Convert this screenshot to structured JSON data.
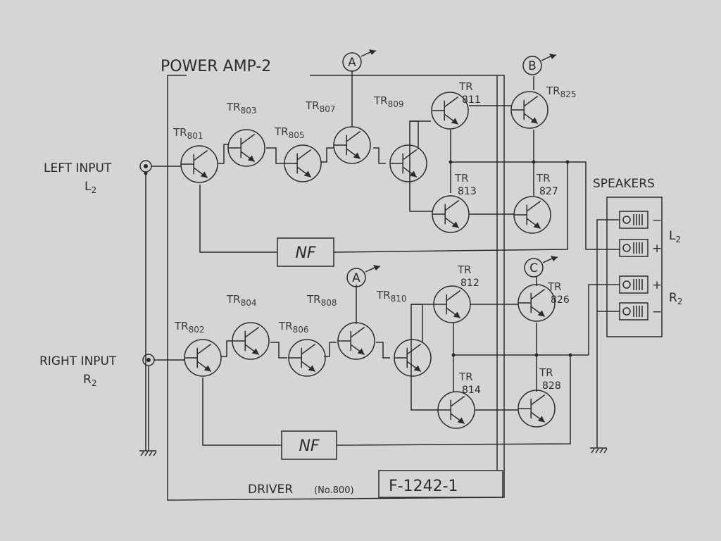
{
  "title": "POWER AMP-2",
  "driver_label": "DRIVER",
  "driver_number": "(No.800)",
  "board_code": "F-1242-1",
  "speakers_label": "SPEAKERS",
  "nf_label": "NF",
  "ground_symbol": "ground-icon",
  "inputs": {
    "left": {
      "name": "LEFT INPUT",
      "channel": "L",
      "sub": "2"
    },
    "right": {
      "name": "RIGHT INPUT",
      "channel": "R",
      "sub": "2"
    }
  },
  "test_points": [
    "A",
    "B",
    "A",
    "C"
  ],
  "speaker_channels": [
    {
      "name": "L",
      "sub": "2",
      "polarity": [
        "−",
        "+"
      ]
    },
    {
      "name": "R",
      "sub": "2",
      "polarity": [
        "+",
        "−"
      ]
    }
  ],
  "transistors": {
    "tr801": {
      "prefix": "TR",
      "num": "801"
    },
    "tr803": {
      "prefix": "TR",
      "num": "803"
    },
    "tr805": {
      "prefix": "TR",
      "num": "805"
    },
    "tr807": {
      "prefix": "TR",
      "num": "807"
    },
    "tr809": {
      "prefix": "TR",
      "num": "809"
    },
    "tr811": {
      "prefix": "TR",
      "num": "811"
    },
    "tr825": {
      "prefix": "TR",
      "num": "825"
    },
    "tr813": {
      "prefix": "TR",
      "num": "813"
    },
    "tr827": {
      "prefix": "TR",
      "num": "827"
    },
    "tr802": {
      "prefix": "TR",
      "num": "802"
    },
    "tr804": {
      "prefix": "TR",
      "num": "804"
    },
    "tr806": {
      "prefix": "TR",
      "num": "806"
    },
    "tr808": {
      "prefix": "TR",
      "num": "808"
    },
    "tr810": {
      "prefix": "TR",
      "num": "810"
    },
    "tr812": {
      "prefix": "TR",
      "num": "812"
    },
    "tr826": {
      "prefix": "TR",
      "num": "826"
    },
    "tr814": {
      "prefix": "TR",
      "num": "814"
    },
    "tr828": {
      "prefix": "TR",
      "num": "828"
    }
  }
}
